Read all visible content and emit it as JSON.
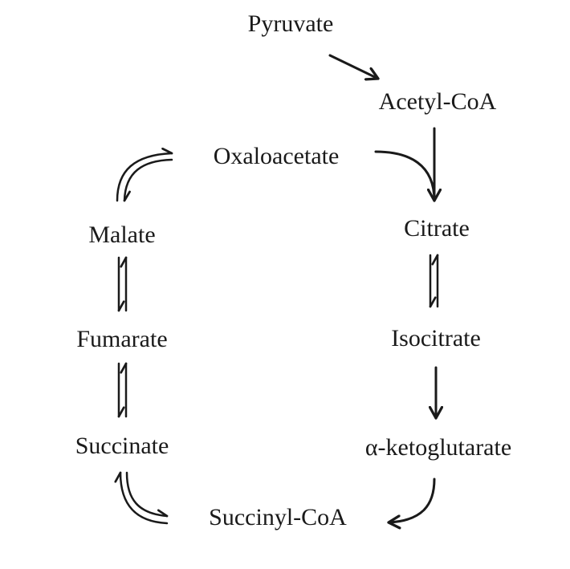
{
  "nodes": {
    "pyruvate": "Pyruvate",
    "acetyl_coa": "Acetyl-CoA",
    "oxaloacetate": "Oxaloacetate",
    "citrate": "Citrate",
    "malate": "Malate",
    "isocitrate": "Isocitrate",
    "fumarate": "Fumarate",
    "alpha_ketoglutarate": "α-ketoglutarate",
    "succinate": "Succinate",
    "succinyl_coa": "Succinyl-CoA"
  },
  "edges": [
    {
      "from": "Pyruvate",
      "to": "Acetyl-CoA",
      "type": "irreversible"
    },
    {
      "from": "Acetyl-CoA",
      "to": "Citrate",
      "type": "irreversible"
    },
    {
      "from": "Oxaloacetate",
      "to": "Citrate",
      "type": "irreversible"
    },
    {
      "from": "Citrate",
      "to": "Isocitrate",
      "type": "reversible"
    },
    {
      "from": "Isocitrate",
      "to": "α-ketoglutarate",
      "type": "irreversible"
    },
    {
      "from": "α-ketoglutarate",
      "to": "Succinyl-CoA",
      "type": "irreversible"
    },
    {
      "from": "Succinyl-CoA",
      "to": "Succinate",
      "type": "reversible"
    },
    {
      "from": "Succinate",
      "to": "Fumarate",
      "type": "reversible"
    },
    {
      "from": "Fumarate",
      "to": "Malate",
      "type": "reversible"
    },
    {
      "from": "Malate",
      "to": "Oxaloacetate",
      "type": "reversible"
    }
  ]
}
